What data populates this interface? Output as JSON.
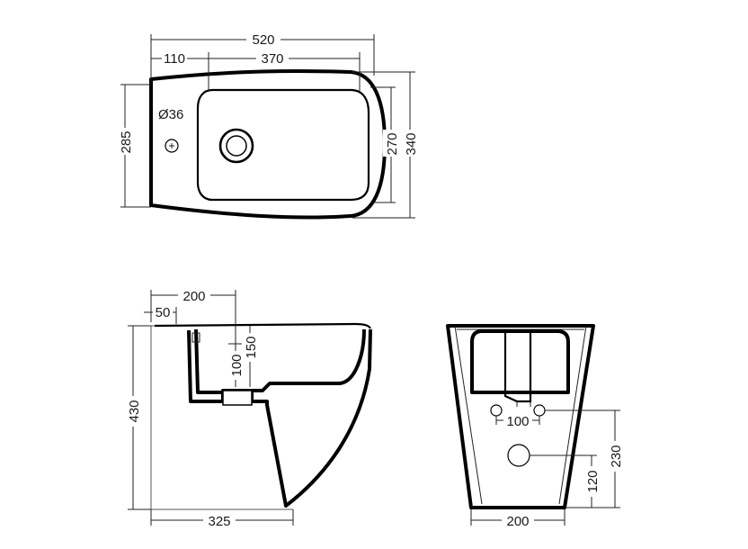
{
  "dimensions": {
    "top": {
      "overall_length": "520",
      "bowl_length": "370",
      "tap_offset": "110",
      "tap_hole": "Ø36",
      "bowl_width": "270",
      "overall_width": "340",
      "rear_width": "285"
    },
    "side": {
      "rear_to_drain": "200",
      "rim_setback": "50",
      "height": "430",
      "drain_depth": "100",
      "bowl_depth": "150",
      "base_length": "325"
    },
    "rear": {
      "supply_spacing": "100",
      "supply_height": "230",
      "waste_height": "120",
      "base_width": "200"
    }
  }
}
